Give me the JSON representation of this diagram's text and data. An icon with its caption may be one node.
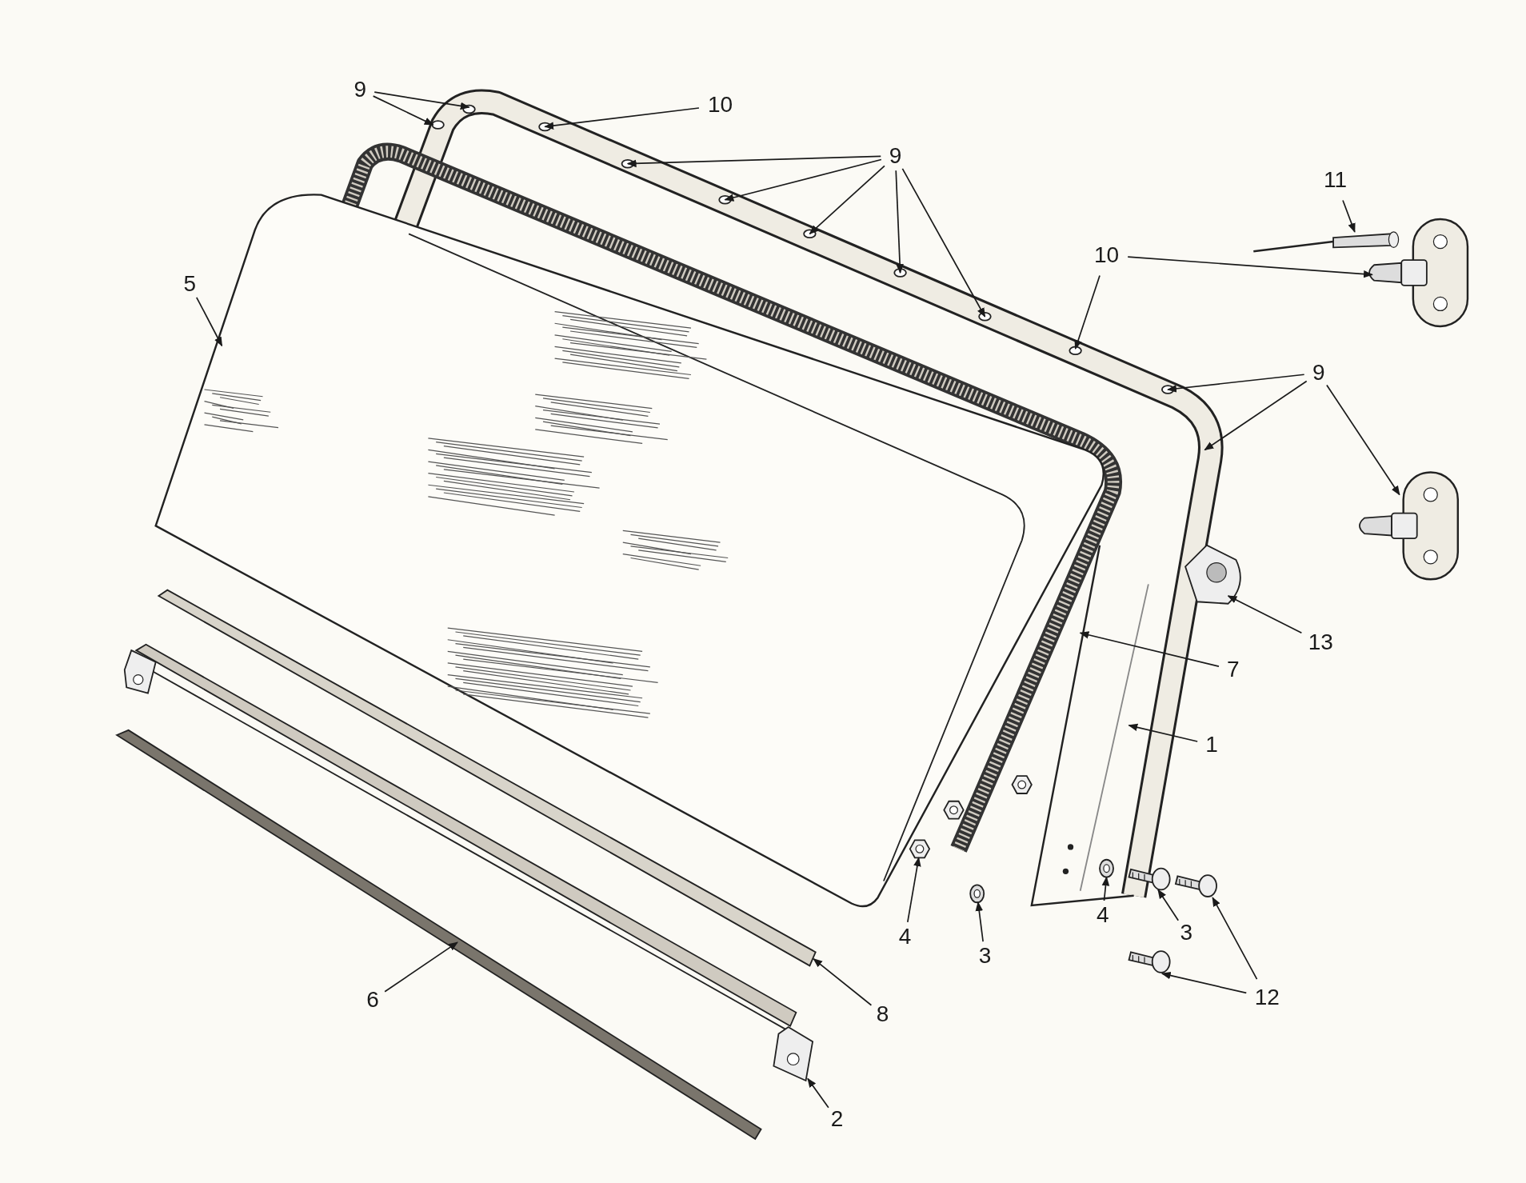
{
  "diagram": {
    "nodes": [
      {
        "text": [
          "9"
        ]
      },
      {
        "text": [
          "10"
        ]
      },
      {
        "text": [
          "9"
        ]
      },
      {
        "text": [
          "11"
        ]
      },
      {
        "text": [
          "10"
        ]
      },
      {
        "text": [
          "5"
        ]
      },
      {
        "text": [
          "9"
        ]
      },
      {
        "text": [
          "13"
        ]
      },
      {
        "text": [
          "7"
        ]
      },
      {
        "text": [
          "1"
        ]
      },
      {
        "text": [
          "4"
        ]
      },
      {
        "text": [
          "4"
        ]
      },
      {
        "text": [
          "3"
        ]
      },
      {
        "text": [
          "3"
        ]
      },
      {
        "text": [
          "12"
        ]
      },
      {
        "text": [
          "6"
        ]
      },
      {
        "text": [
          "8"
        ]
      },
      {
        "text": [
          "2"
        ]
      },
      {
        "text": [],
        "shape": "picture"
      },
      {
        "text": [],
        "shape": "picture"
      },
      {
        "text": [],
        "shape": "picture"
      },
      {
        "text": [],
        "shape": "picture"
      },
      {
        "text": [],
        "shape": "picture"
      },
      {
        "text": [],
        "shape": "picture"
      },
      {
        "text": [],
        "shape": "picture"
      },
      {
        "text": [],
        "shape": "picture"
      },
      {
        "text": [],
        "shape": "picture"
      },
      {
        "text": [],
        "shape": "picture"
      },
      {
        "text": [],
        "shape": "picture"
      },
      {
        "text": [],
        "shape": "picture"
      },
      {
        "text": [],
        "shape": "picture"
      }
    ],
    "edges": [
      {
        "from": 0,
        "to": null,
        "arrow": "to"
      },
      {
        "from": 0,
        "to": null,
        "arrow": "to"
      },
      {
        "from": 1,
        "to": null,
        "arrow": "to"
      },
      {
        "from": 2,
        "to": null,
        "arrow": "to"
      },
      {
        "from": 2,
        "to": null,
        "arrow": "to"
      },
      {
        "from": 2,
        "to": null,
        "arrow": "to"
      },
      {
        "from": 2,
        "to": null,
        "arrow": "to"
      },
      {
        "from": 2,
        "to": null,
        "arrow": "to"
      },
      {
        "from": 3,
        "to": 18,
        "arrow": "to"
      },
      {
        "from": 4,
        "to": 19,
        "arrow": "to"
      },
      {
        "from": 4,
        "to": null,
        "arrow": "to"
      },
      {
        "from": 6,
        "to": null,
        "arrow": "to"
      },
      {
        "from": 6,
        "to": null,
        "arrow": "to"
      },
      {
        "from": 6,
        "to": 20,
        "arrow": "to"
      },
      {
        "from": 5,
        "to": null,
        "arrow": "to"
      },
      {
        "from": 7,
        "to": 21,
        "arrow": "to"
      },
      {
        "from": 8,
        "to": null,
        "arrow": "to"
      },
      {
        "from": 9,
        "to": null,
        "arrow": "to"
      },
      {
        "from": 10,
        "to": 22,
        "arrow": "to"
      },
      {
        "from": 11,
        "to": 23,
        "arrow": "to"
      },
      {
        "from": 12,
        "to": 24,
        "arrow": "to"
      },
      {
        "from": 13,
        "to": 25,
        "arrow": "to"
      },
      {
        "from": 14,
        "to": 26,
        "arrow": "to"
      },
      {
        "from": 14,
        "to": 27,
        "arrow": "to"
      },
      {
        "from": 15,
        "to": 28,
        "arrow": "to"
      },
      {
        "from": 16,
        "to": 29,
        "arrow": "to"
      },
      {
        "from": 17,
        "to": 30,
        "arrow": "to"
      }
    ]
  }
}
